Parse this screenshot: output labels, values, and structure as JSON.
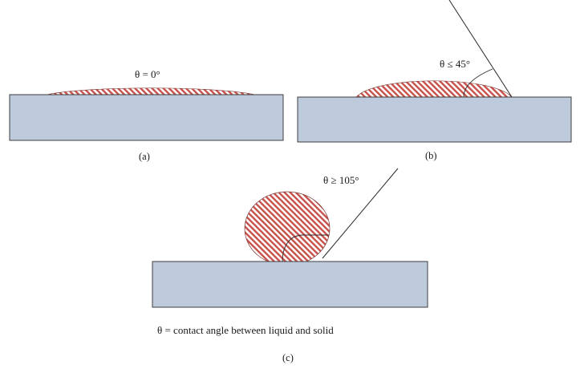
{
  "panels": {
    "a": {
      "angle_label": "θ = 0°",
      "caption": "(a)"
    },
    "b": {
      "angle_label": "θ ≤ 45°",
      "caption": "(b)"
    },
    "c": {
      "angle_label": "θ ≥ 105°",
      "caption": "(c)"
    }
  },
  "legend": {
    "text": "θ = contact angle between liquid and solid"
  },
  "colors": {
    "substrate_fill": "#bccadc",
    "substrate_stroke": "#3f3f3f",
    "droplet_stripe": "#c8504a",
    "line": "#2a2a2a"
  }
}
